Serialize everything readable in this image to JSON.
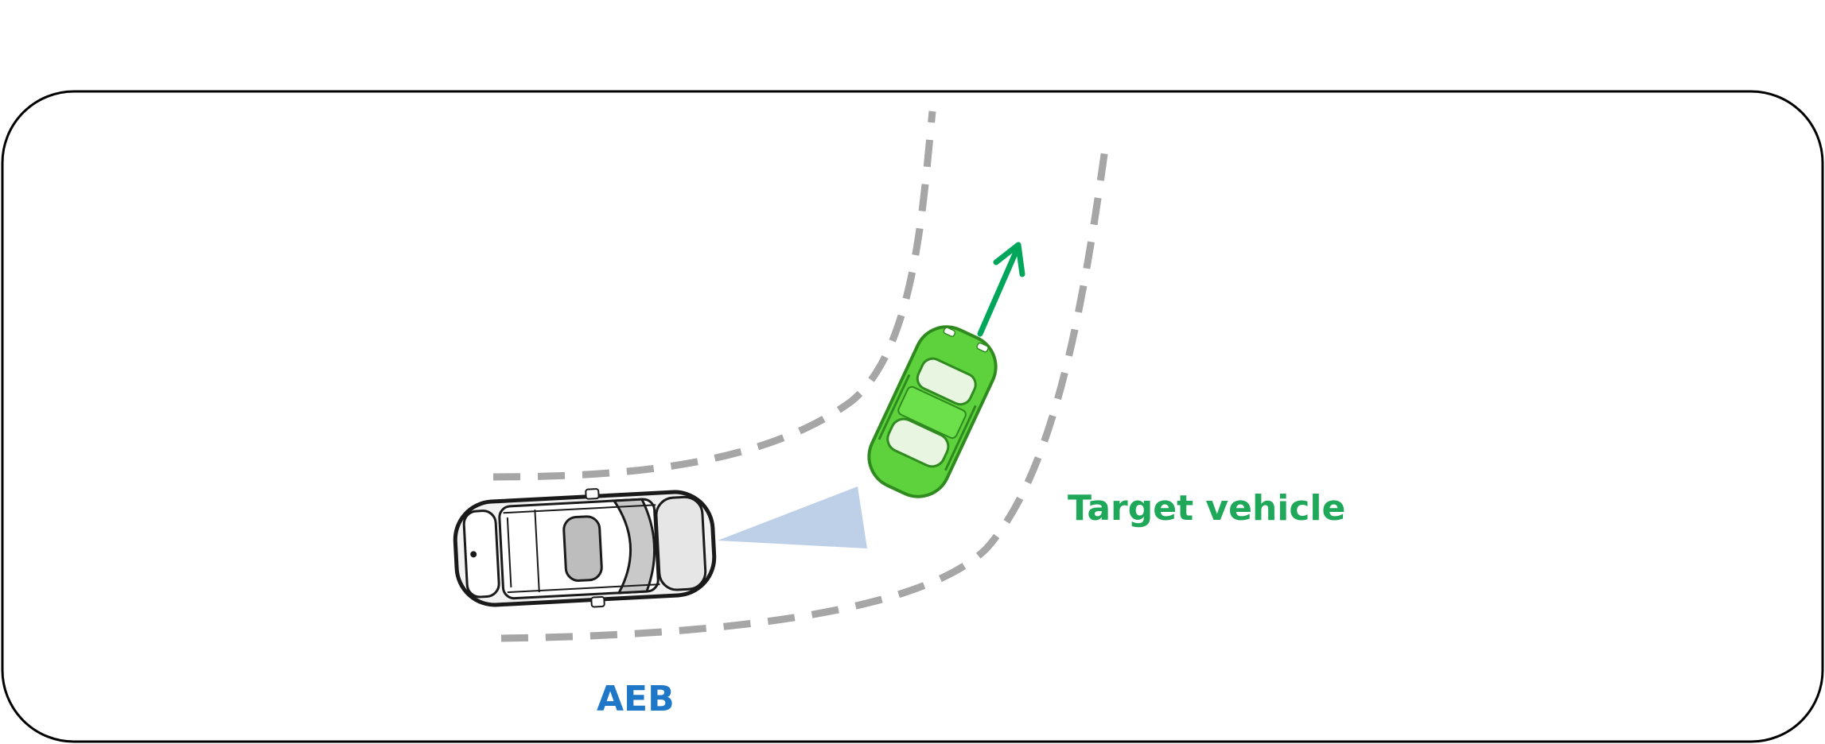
{
  "labels": {
    "target_vehicle": "Target vehicle",
    "ego_vehicle": "AEB"
  },
  "colors": {
    "frame_stroke": "#000000",
    "lane_dash": "#a6a6a6",
    "target_vehicle": "#5dd23c",
    "target_vehicle_label": "#1fa85a",
    "motion_arrow": "#00a65a",
    "ego_vehicle": "#f2f2f2",
    "ego_label": "#1f77c8",
    "sensor_cone": "#b7cbe6"
  },
  "icons": {
    "ego_vehicle": "white-suv-top-view",
    "target_vehicle": "green-car-top-view",
    "motion": "arrow-up-right",
    "sensor": "sensor-detection-cone"
  }
}
